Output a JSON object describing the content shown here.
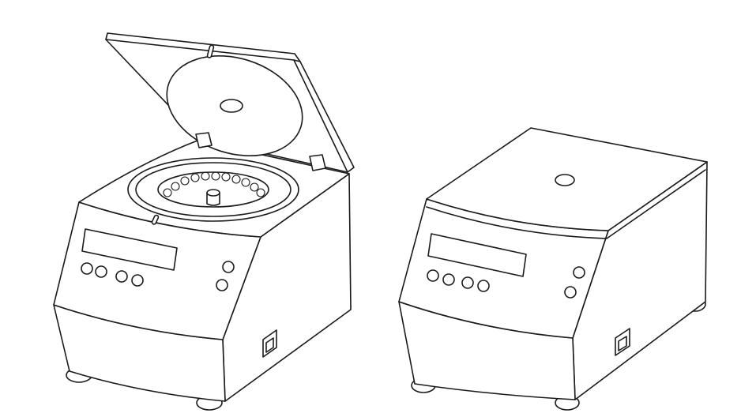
{
  "colors": {
    "stroke": "#1a1a1a",
    "background": "#ffffff"
  },
  "illustration": {
    "items": [
      {
        "name": "centrifuge-open",
        "lid": "open",
        "tube_slots": 14,
        "buttons": 4,
        "side_buttons": 2
      },
      {
        "name": "centrifuge-closed",
        "lid": "closed",
        "buttons": 4,
        "side_buttons": 2
      }
    ]
  }
}
